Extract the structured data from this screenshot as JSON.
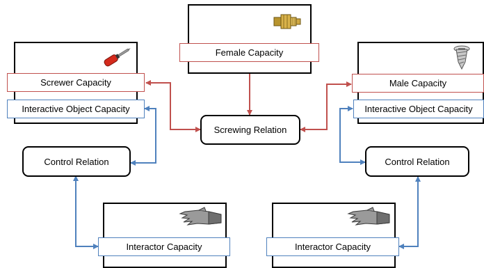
{
  "colors": {
    "red_arrow": "#c0504d",
    "blue_arrow": "#4f81bd",
    "frame": "#000000"
  },
  "top_object": {
    "capacity_label": "Female Capacity",
    "icon": "brass-fitting-icon"
  },
  "left_object": {
    "capacity_label": "Screwer Capacity",
    "interactive_label": "Interactive Object Capacity",
    "icon": "screwdriver-icon"
  },
  "right_object": {
    "capacity_label": "Male Capacity",
    "interactive_label": "Interactive Object Capacity",
    "icon": "screw-icon"
  },
  "screwing_relation": {
    "label": "Screwing Relation"
  },
  "left_control": {
    "label": "Control Relation"
  },
  "right_control": {
    "label": "Control Relation"
  },
  "left_interactor": {
    "label": "Interactor Capacity",
    "icon": "hand-icon"
  },
  "right_interactor": {
    "label": "Interactor Capacity",
    "icon": "hand-icon"
  }
}
